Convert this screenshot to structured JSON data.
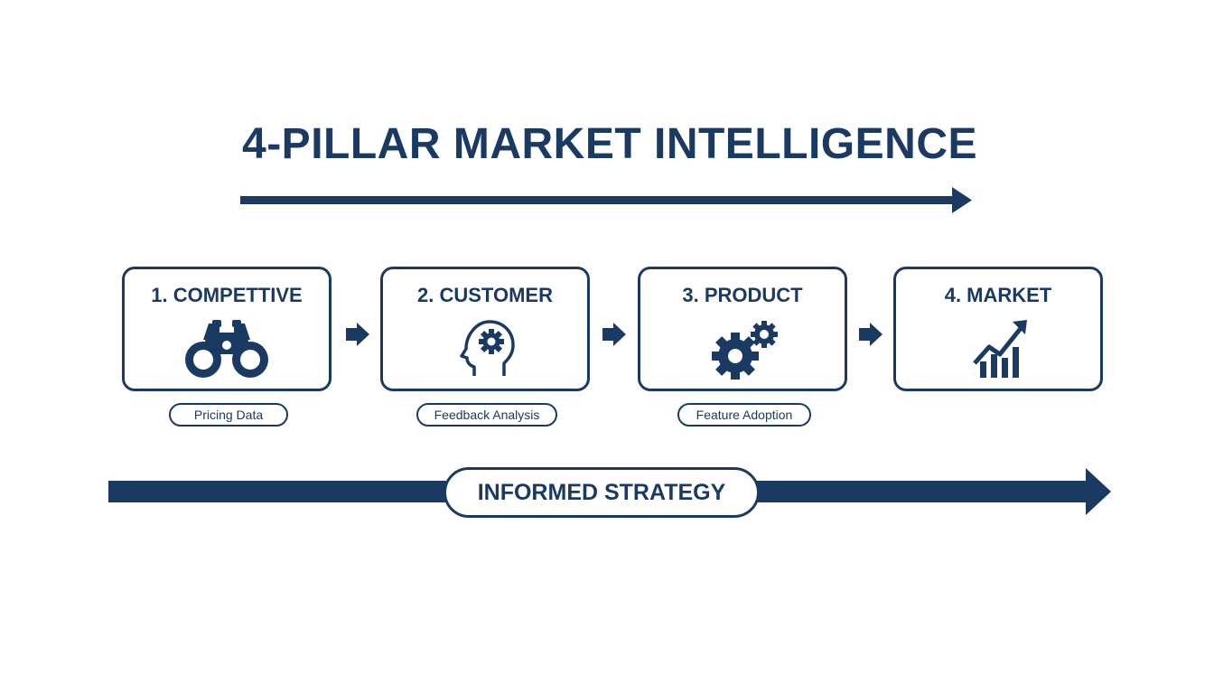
{
  "title": "4-PILLAR MARKET INTELLIGENCE",
  "colors": {
    "primary": "#1b3a63",
    "background": "#ffffff"
  },
  "pillars": [
    {
      "label": "1. COMPETTIVE",
      "icon": "binoculars-icon",
      "tag": "Pricing Data"
    },
    {
      "label": "2. CUSTOMER",
      "icon": "head-gear-icon",
      "tag": "Feedback Analysis"
    },
    {
      "label": "3. PRODUCT",
      "icon": "gears-icon",
      "tag": "Feature Adoption"
    },
    {
      "label": "4. MARKET",
      "icon": "growth-chart-icon",
      "tag": ""
    }
  ],
  "outcome": "INFORMED STRATEGY"
}
